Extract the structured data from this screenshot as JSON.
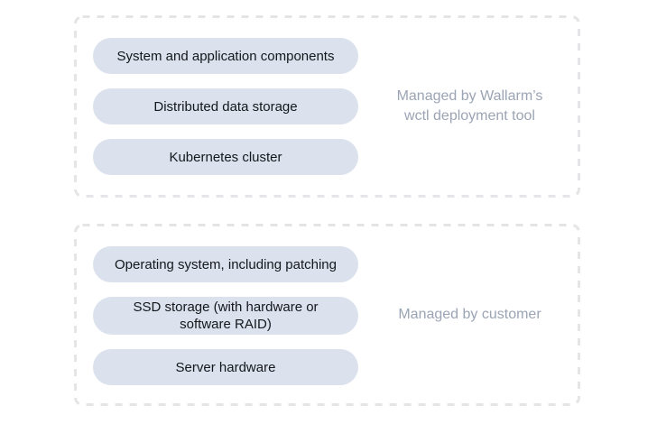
{
  "colors": {
    "page-bg": "#ffffff",
    "pill-bg": "#dbe2ed",
    "pill-text": "#14171c",
    "label-gray": "#9ba4b5",
    "dash-color": "#e5e5e7"
  },
  "groups": [
    {
      "items": [
        "System and application components",
        "Distributed data storage",
        "Kubernetes cluster"
      ],
      "label_lines": [
        "Managed by Wallarm’s",
        "wctl deployment tool"
      ]
    },
    {
      "items": [
        "Operating system, including patching",
        "SSD storage (with hardware or software RAID)",
        "Server hardware"
      ],
      "label_lines": [
        "Managed by customer"
      ]
    }
  ]
}
